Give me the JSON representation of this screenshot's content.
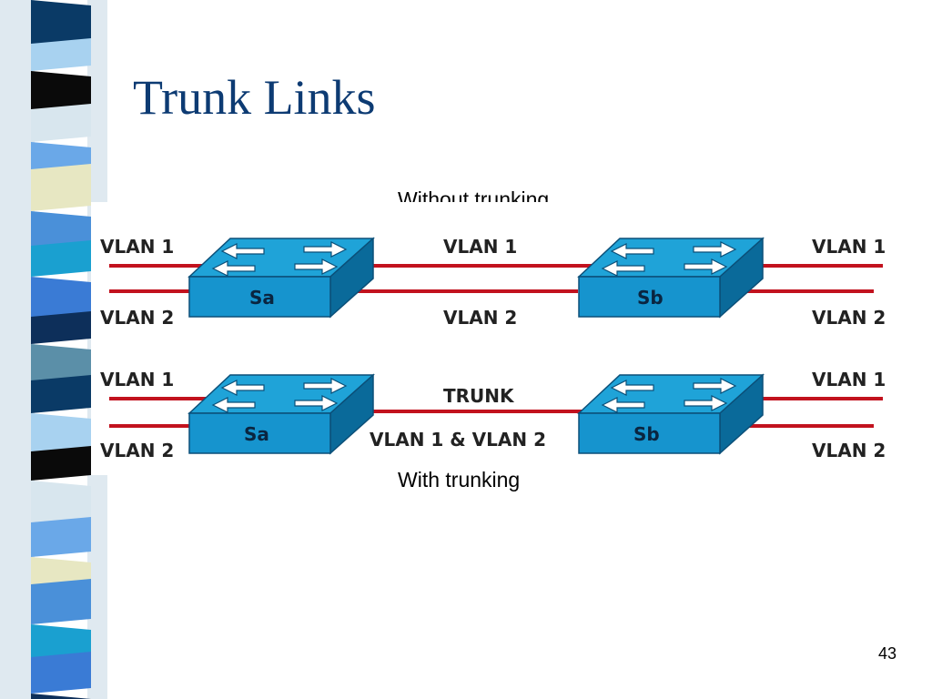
{
  "slide": {
    "title": "Trunk Links",
    "page_number": "43"
  },
  "colors": {
    "title": "#0d3b73",
    "link": "#c2121e",
    "switch_top": "#1fa3d8",
    "switch_front": "#1694ce",
    "switch_side": "#0a6a9a"
  },
  "diagram": {
    "top": {
      "caption": "Without trunking",
      "switch_a": "Sa",
      "switch_b": "Sb",
      "left_vlan1": "VLAN 1",
      "left_vlan2": "VLAN 2",
      "mid_vlan1": "VLAN 1",
      "mid_vlan2": "VLAN 2",
      "right_vlan1": "VLAN 1",
      "right_vlan2": "VLAN 2"
    },
    "bottom": {
      "caption": "With trunking",
      "switch_a": "Sa",
      "switch_b": "Sb",
      "left_vlan1": "VLAN 1",
      "left_vlan2": "VLAN 2",
      "trunk_label": "TRUNK",
      "trunk_vlans": "VLAN 1 & VLAN 2",
      "right_vlan1": "VLAN 1",
      "right_vlan2": "VLAN 2"
    }
  }
}
